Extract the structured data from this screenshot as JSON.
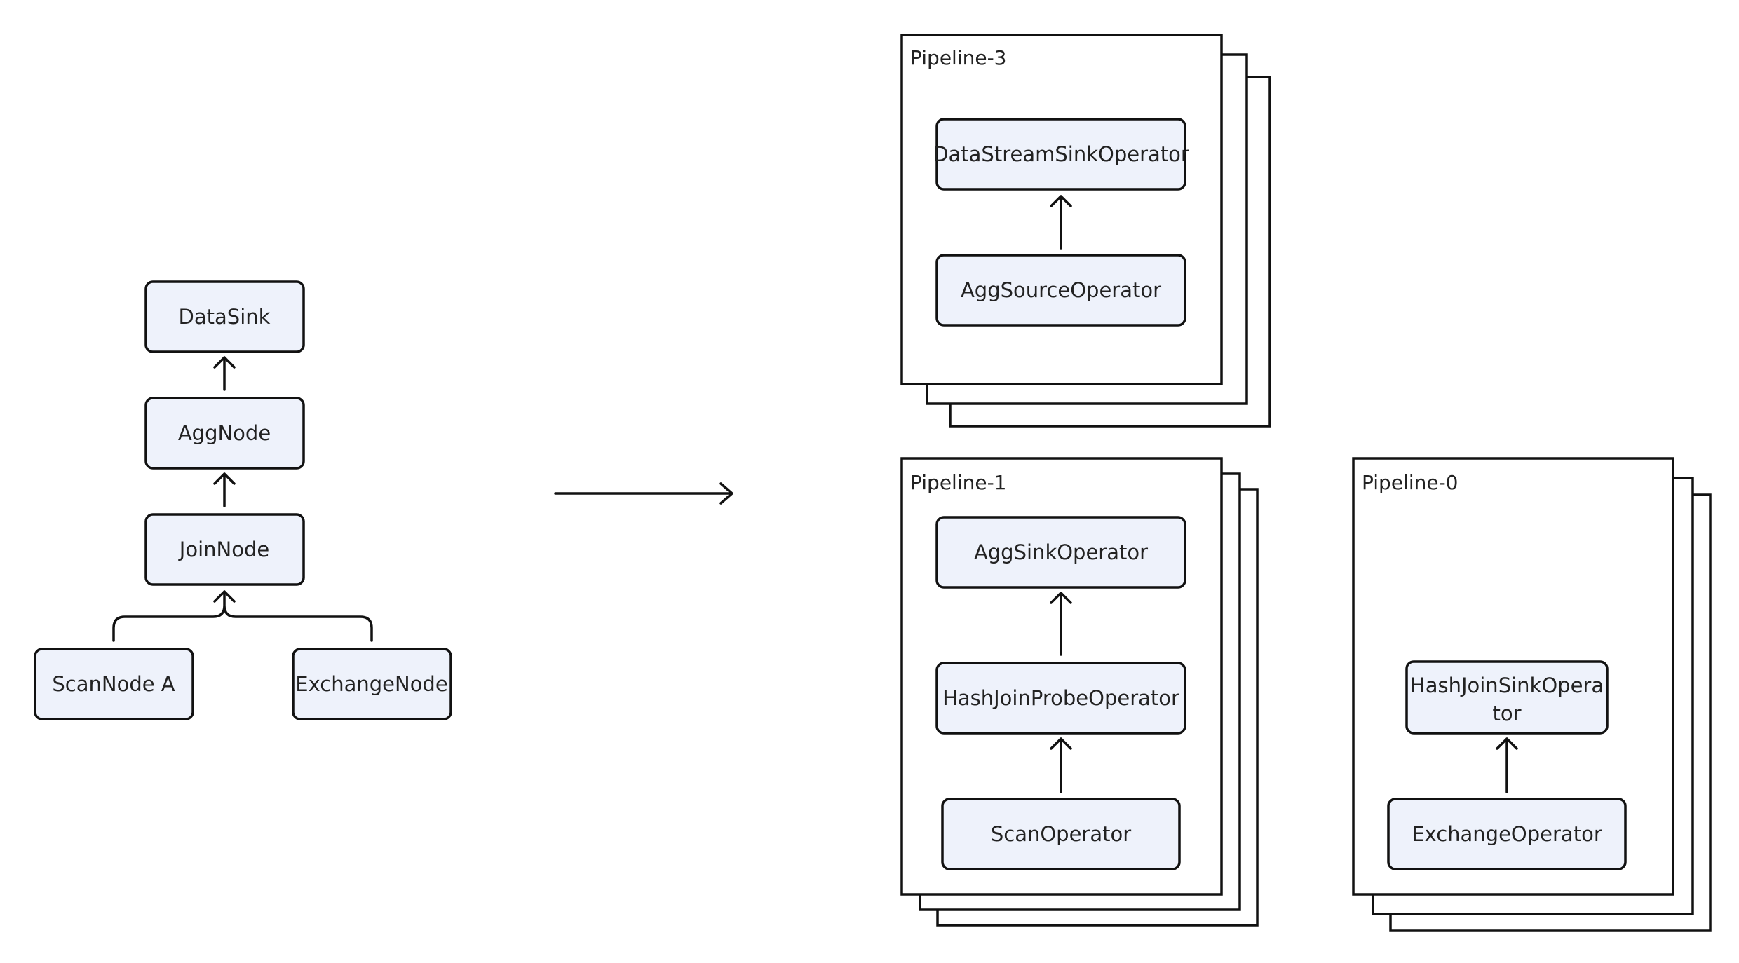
{
  "colors": {
    "node_fill": "#eef2fb",
    "stroke": "#111111",
    "text": "#222222",
    "background": "#ffffff"
  },
  "plan_tree": {
    "data_sink": "DataSink",
    "agg_node": "AggNode",
    "join_node": "JoinNode",
    "scan_node": "ScanNode A",
    "exchange_node": "ExchangeNode"
  },
  "pipelines": {
    "pipeline_3": {
      "title": "Pipeline-3",
      "top_operator": "DataStreamSinkOperator",
      "bottom_operator": "AggSourceOperator"
    },
    "pipeline_1": {
      "title": "Pipeline-1",
      "top_operator": "AggSinkOperator",
      "middle_operator": "HashJoinProbeOperator",
      "bottom_operator": "ScanOperator"
    },
    "pipeline_0": {
      "title": "Pipeline-0",
      "top_operator_line1": "HashJoinSinkOpera",
      "top_operator_line2": "tor",
      "bottom_operator": "ExchangeOperator"
    }
  }
}
